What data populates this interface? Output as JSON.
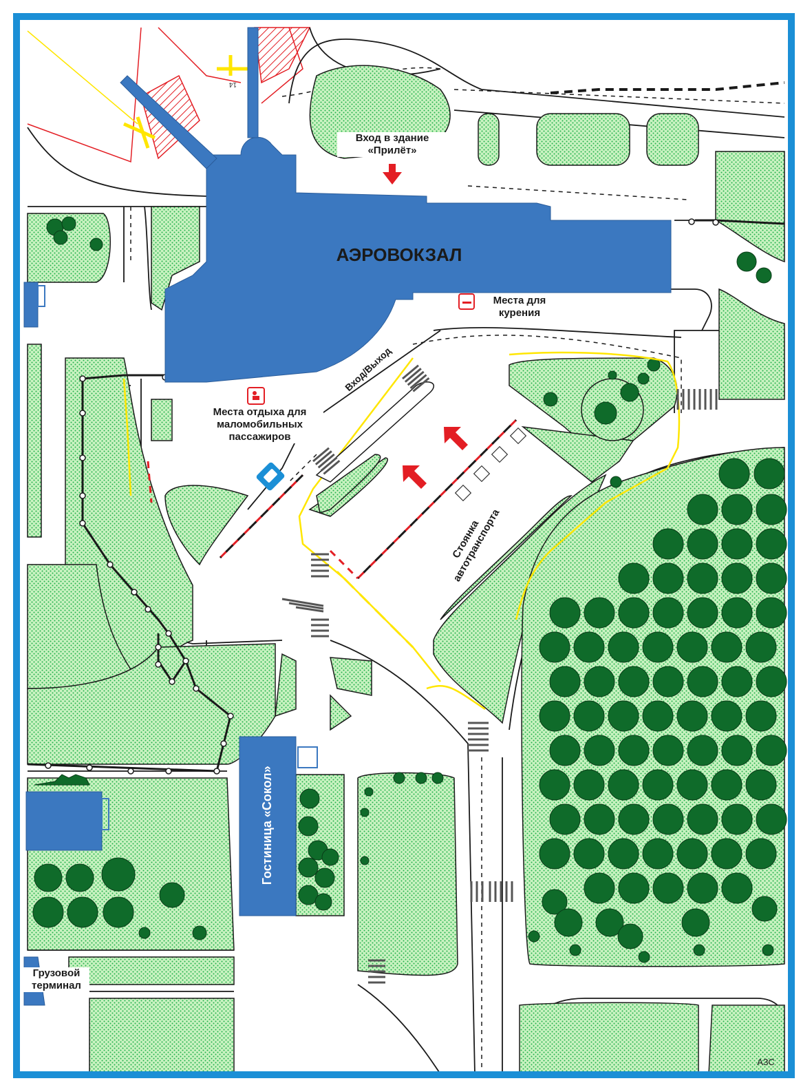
{
  "labels": {
    "terminal": "АЭРОВОКЗАЛ",
    "arrivals_entry_line1": "Вход в здание",
    "arrivals_entry_line2": "«Прилёт»",
    "smoking_line1": "Места для",
    "smoking_line2": "курения",
    "entrance_exit": "Вход/Выход",
    "reduced_mobility_line1": "Места отдыха для",
    "reduced_mobility_line2": "маломобильных",
    "reduced_mobility_line3": "пассажиров",
    "parking_line1": "Стоянка",
    "parking_line2": "автотранспорта",
    "hotel": "Гостиница «Сокол»",
    "cargo_line1": "Грузовой",
    "cargo_line2": "терминал",
    "gas_station": "АЗС",
    "stand_number": "14"
  },
  "colors": {
    "frame": "#1b8fd6",
    "building": "#3b78c0",
    "lawn": "#c8f2c0",
    "lawn_dot": "#22b14c",
    "tree": "#0f6b2a",
    "road_outline": "#1a1a1a",
    "accent_red": "#e31e24",
    "marking_yellow": "#ffe600"
  },
  "icons": [
    "arrival-arrow-icon",
    "smoking-area-icon",
    "rest-area-icon",
    "bus-stop-icon",
    "disabled-parking-icon",
    "direction-arrow-icon"
  ]
}
